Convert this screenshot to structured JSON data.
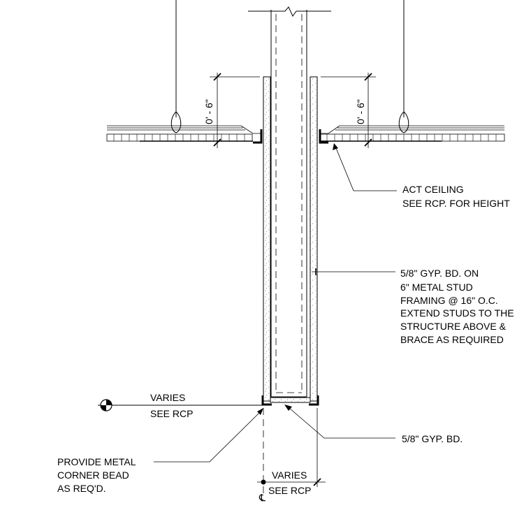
{
  "notes": {
    "act_ceiling": [
      "ACT CEILING",
      "SEE RCP. FOR HEIGHT"
    ],
    "gyp_framing": [
      "5/8\" GYP. BD. ON",
      "6\" METAL STUD",
      "FRAMING @ 16\" O.C.",
      "EXTEND STUDS TO THE",
      "STRUCTURE ABOVE &",
      "BRACE AS REQUIRED"
    ],
    "gyp_bottom": "5/8\" GYP. BD.",
    "corner_bead": [
      "PROVIDE METAL",
      "CORNER BEAD",
      "AS REQ'D."
    ]
  },
  "dimensions": {
    "left_vertical": "0' - 6\"",
    "right_vertical": "0' - 6\"",
    "elevation_varies": "VARIES",
    "elevation_see_rcp": "SEE RCP",
    "bottom_varies": "VARIES",
    "bottom_see_rcp": "SEE RCP"
  },
  "symbols": {
    "centerline": "℄"
  }
}
